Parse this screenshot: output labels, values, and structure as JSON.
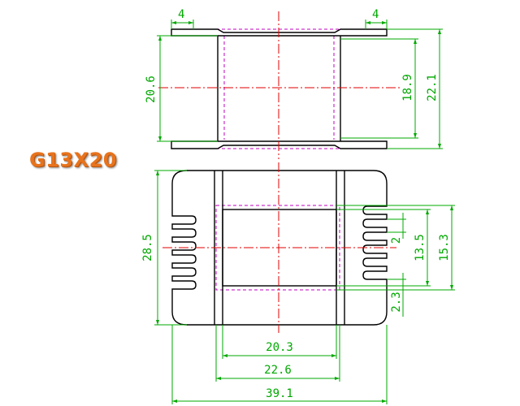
{
  "title": "G13X20",
  "dimensions": {
    "top_flange_left": "4",
    "top_flange_right": "4",
    "top_inner_height": "20.6",
    "top_core_height": "18.9",
    "top_total_height": "22.1",
    "bottom_height": "28.5",
    "slot_width": "2",
    "window_height": "13.5",
    "core_height": "15.3",
    "slot_gap": "2.3",
    "window_width": "20.3",
    "inner_width": "22.6",
    "total_width": "39.1"
  },
  "colors": {
    "outline": "#000000",
    "dimension": "#00a800",
    "centerline": "#e00000",
    "hidden": "#c000c0",
    "title": "#e8731c"
  }
}
